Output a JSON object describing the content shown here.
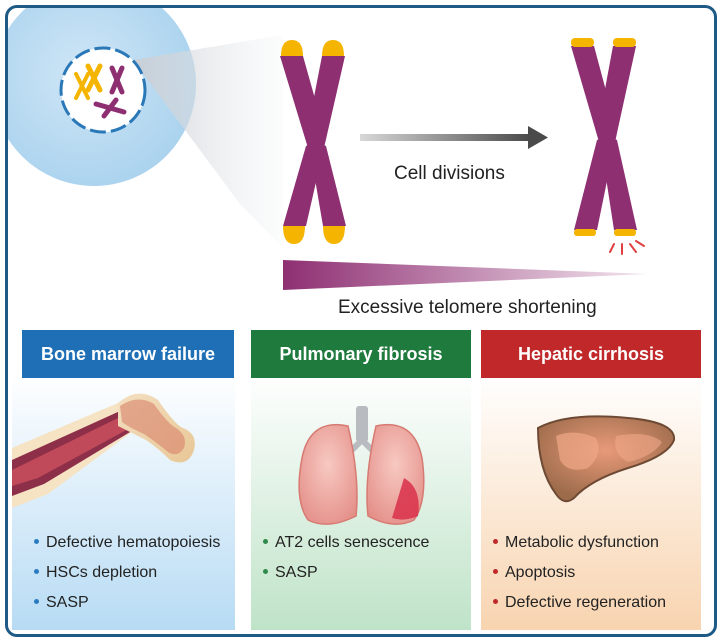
{
  "top": {
    "arrow_label": "Cell divisions",
    "gradient_label": "Excessive telomere shortening"
  },
  "panels": [
    {
      "title": "Bone marrow failure",
      "color": "#1e6fb5",
      "bullet_color": "#2a7cc2",
      "items": [
        "Defective hematopoiesis",
        "HSCs depletion",
        "SASP"
      ]
    },
    {
      "title": "Pulmonary fibrosis",
      "color": "#1f7a3e",
      "bullet_color": "#2d8a4a",
      "items": [
        "AT2 cells senescence",
        "SASP"
      ]
    },
    {
      "title": "Hepatic cirrhosis",
      "color": "#c0282a",
      "bullet_color": "#c0282a",
      "items": [
        "Metabolic dysfunction",
        "Apoptosis",
        "Defective regeneration"
      ]
    }
  ],
  "colors": {
    "frame": "#1e5a86",
    "chromosome": "#8e2f72",
    "telomere": "#f4b400"
  }
}
